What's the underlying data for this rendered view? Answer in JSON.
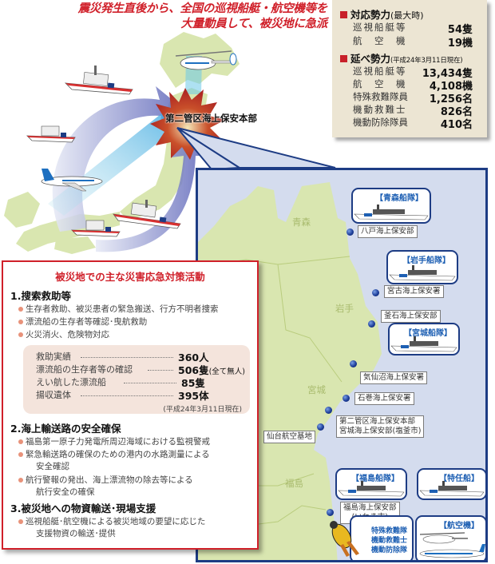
{
  "headline": {
    "line1": "震災発生直後から、全国の巡視船艇・航空機等を",
    "line2": "大量動員して、被災地に急派"
  },
  "colors": {
    "headline_red": "#d0202a",
    "map_border_navy": "#1d3c84",
    "sea_blue": "#d4dcee",
    "land_green": "#d9e6b0",
    "stats_bg": "#ece5d3",
    "results_bg": "#f4e4dc"
  },
  "stats": {
    "response": {
      "title": "対応勢力",
      "note": "(最大時)",
      "rows": [
        {
          "label": "巡視船艇等",
          "value": "54隻"
        },
        {
          "label": "航　空　機",
          "value": "19機"
        }
      ]
    },
    "cumulative": {
      "title": "延べ勢力",
      "note": "(平成24年3月11日現在)",
      "rows": [
        {
          "label": "巡視船艇等",
          "value": "13,434隻"
        },
        {
          "label": "航　空　機",
          "value": "4,108機"
        },
        {
          "label": "特殊救難隊員",
          "value": "1,256名"
        },
        {
          "label": "機動救難士",
          "value": "826名"
        },
        {
          "label": "機動防除隊員",
          "value": "410名"
        }
      ]
    }
  },
  "hq": {
    "label": "第二管区海上保安本部"
  },
  "map": {
    "prefectures": [
      "青森",
      "岩手",
      "宮城",
      "福島"
    ],
    "offices": [
      "八戸海上保安部",
      "宮古海上保安署",
      "釜石海上保安部",
      "気仙沼海上保安署",
      "石巻海上保安署",
      "第二管区海上保安本部",
      "宮城海上保安部(塩釜市)",
      "仙台航空基地",
      "福島海上保安部",
      "(いわき市)"
    ],
    "fleets": [
      "【青森船隊】",
      "【岩手船隊】",
      "【宮城船隊】",
      "【福島船隊】",
      "【特任船】",
      "【航空機】"
    ],
    "rescue_units": [
      "特殊救難隊",
      "機動救難士",
      "機動防除隊"
    ]
  },
  "activities": {
    "title": "被災地での主な災害応急対策活動",
    "sections": [
      {
        "heading": "1.搜索救助等",
        "bullets": [
          "生存者救助、被災患者の緊急搬送、行方不明者捜索",
          "漂流船の生存者等確認･曳航救助",
          "火災消火、危険物対応"
        ]
      },
      {
        "heading": "2.海上輸送路の安全確保",
        "bullets": [
          "福島第一原子力発電所周辺海域における監視警戒",
          "緊急輸送路の確保のための港内の水路測量による",
          "安全確認",
          "航行警報の発出、海上漂流物の除去等による",
          "航行安全の確保"
        ]
      },
      {
        "heading": "3.被災地への物資輸送･現場支援",
        "bullets": [
          "巡視船艇･航空機による被災地域の要望に応じた",
          "支援物資の輸送･提供"
        ]
      }
    ],
    "results": {
      "rows": [
        {
          "label": "救助実績",
          "value": "360人",
          "note": ""
        },
        {
          "label": "漂流船の生存者等の確認",
          "value": "506隻",
          "note": "(全て無人)"
        },
        {
          "label": "えい航した漂流船",
          "value": "85隻",
          "note": ""
        },
        {
          "label": "揚収遺体",
          "value": "395体",
          "note": ""
        }
      ],
      "as_of": "(平成24年3月11日現在)"
    }
  }
}
